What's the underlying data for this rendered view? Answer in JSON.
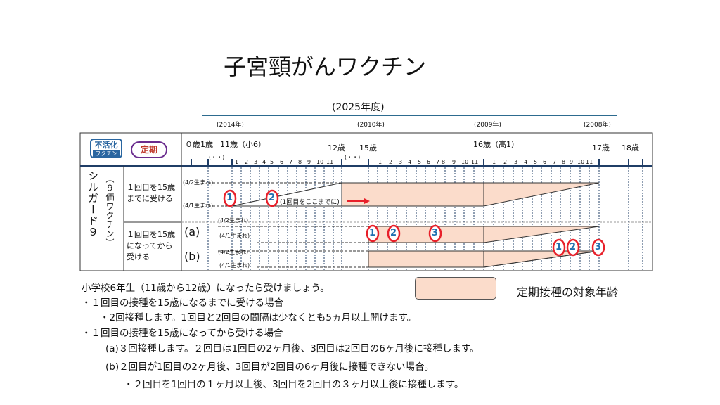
{
  "title": "子宮頸がんワクチン",
  "fiscal_year": "(2025年度)",
  "birth_years": [
    "(2014年)",
    "(2010年)",
    "(2009年)",
    "(2008年)"
  ],
  "badges": {
    "inactivated_top": "不活化",
    "inactivated_bottom": "ワクチン",
    "routine": "定期"
  },
  "ages": {
    "age0": "０歳",
    "age1": "1歳",
    "age11": "11歳（小6）",
    "age12": "12歳",
    "age15": "15歳",
    "age16": "16歳（高1）",
    "age17": "17歳",
    "age18": "18歳"
  },
  "months": [
    "1",
    "2",
    "3",
    "4",
    "5",
    "6",
    "7",
    "8",
    "9",
    "10",
    "11"
  ],
  "dots": "(・・)",
  "vaccine_vertical": "シルガード９",
  "vaccine_sub": "（９価ワクチン）",
  "rows": {
    "row1_label": [
      "１回目を15歳",
      "までに受ける"
    ],
    "row2_label": [
      "１回目を15歳",
      "になってから",
      "受ける"
    ],
    "a": "(a)",
    "b": "(b)"
  },
  "born_apr2": "(4/2生まれ)",
  "born_apr1": "(4/1生まれ)",
  "arrow_note": "(1回目をここまでに)",
  "dose_numbers": [
    "1",
    "2",
    "3"
  ],
  "notes": [
    "小学校6年生（11歳から12歳）になったら受けましょう。",
    "・１回目の接種を15歳になるまでに受ける場合",
    "・2回接種します。1回目と2回目の間隔は少なくとも5ヵ月以上開けます。",
    "・１回目の接種を15歳になってから受ける場合",
    "(a)３回接種します。２回目は1回目の2ヶ月後、3回目は2回目の6ヶ月後に接種します。",
    "(b)２回目が1回目の2ヶ月後、3回目が2回目の6ヶ月後に接種できない場合。",
    "・２回目を1回目の１ヶ月以上後、3回目を2回目の３ヶ月以上後に接種します。"
  ],
  "legend": "定期接種の対象年齢",
  "colors": {
    "fill": "#fbdccb",
    "accent_blue": "#1f6fb0",
    "circle_red": "#e8202a",
    "line_navy": "#1f3d66"
  }
}
